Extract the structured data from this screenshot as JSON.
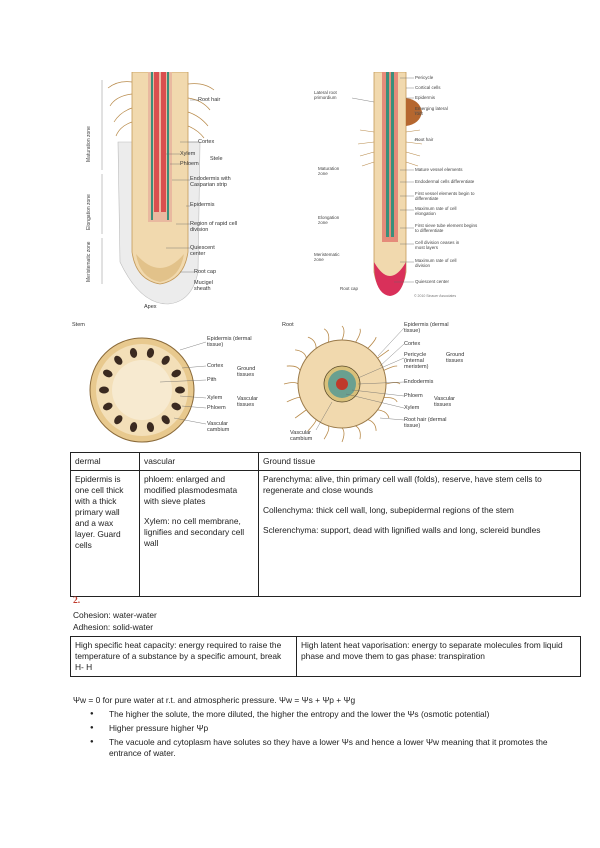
{
  "figures": {
    "root_tip_left": {
      "labels": [
        "Root hair",
        "Cortex",
        "Xylem",
        "Phloem",
        "Stele",
        "Endodermis with Casparian strip",
        "Epidermis",
        "Region of rapid cell division",
        "Quiescent center",
        "Root cap",
        "Mucigel sheath",
        "Apex"
      ],
      "zones": [
        "Maturation zone",
        "Elongation zone",
        "Meristematic zone"
      ]
    },
    "root_tip_right": {
      "labels": [
        "Pericycle",
        "Cortical cells",
        "Epidermis",
        "Emerging lateral root",
        "Root hair",
        "Mature vessel elements",
        "Endodermal cells differentiate",
        "First vessel elements begin to differentiate",
        "Maximum rate of cell elongation",
        "First sieve tube element begins to differentiate",
        "Cell division ceases in most layers",
        "Maximum rate of cell division",
        "Quiescent center"
      ],
      "left_labels": [
        "Lateral root primordium",
        "Maturation zone",
        "Elongation zone",
        "Meristematic zone",
        "Root cap"
      ],
      "credit": "© 2010 Sinauer Associates"
    },
    "stem_cross": {
      "title": "Stem",
      "labels": [
        "Epidermis (dermal tissue)",
        "Cortex",
        "Pith",
        "Ground tissues",
        "Xylem",
        "Phloem",
        "Vascular tissues",
        "Vascular cambium"
      ]
    },
    "root_cross": {
      "title": "Root",
      "labels": [
        "Epidermis (dermal tissue)",
        "Cortex",
        "Pericycle (internal meristem)",
        "Ground tissues",
        "Endodermis",
        "Phloem",
        "Xylem",
        "Vascular tissues",
        "Root hair (dermal tissue)",
        "Vascular cambium"
      ]
    }
  },
  "tissue_table": {
    "headers": [
      "dermal",
      "vascular",
      "Ground tissue"
    ],
    "dermal": "Epidermis is one cell thick with a thick primary wall and a wax layer. Guard cells",
    "vascular_1": "phloem: enlarged and modified plasmodesmata with sieve plates",
    "vascular_2": "Xylem: no cell membrane, lignifies and secondary cell wall",
    "ground_1": "Parenchyma: alive, thin primary cell wall (folds), reserve, have stem cells to regenerate and close wounds",
    "ground_2": "Collenchyma: thick cell wall, long, subepidermal regions of the stem",
    "ground_3": "Sclerenchyma: support, dead with lignified walls and long, sclereid bundles"
  },
  "section_number": "2.",
  "cohesion": "Cohesion: water-water",
  "adhesion": "Adhesion: solid-water",
  "heat_table": {
    "left": "High specific heat capacity: energy required to raise the temperature of a substance by a specific amount, break H- H",
    "right": "High latent heat vaporisation: energy to separate molecules from liquid phase and move them to gas phase: transpiration"
  },
  "water_potential": "Ψw = 0 for pure water at r.t. and atmospheric pressure. Ψw = Ψs + Ψp + Ψg",
  "bullets": [
    "The higher the solute, the more diluted, the higher the entropy and the lower the Ψs (osmotic potential)",
    "Higher pressure higher Ψp",
    "The vacuole and cytoplasm have solutes so they have a lower Ψs and hence a lower Ψw meaning that it promotes the entrance of water."
  ],
  "colors": {
    "section_number": "#c0392b",
    "root_cap_red": "#d9305a",
    "stele_red": "#e05050",
    "tissue_tan": "#f1d9ae"
  }
}
